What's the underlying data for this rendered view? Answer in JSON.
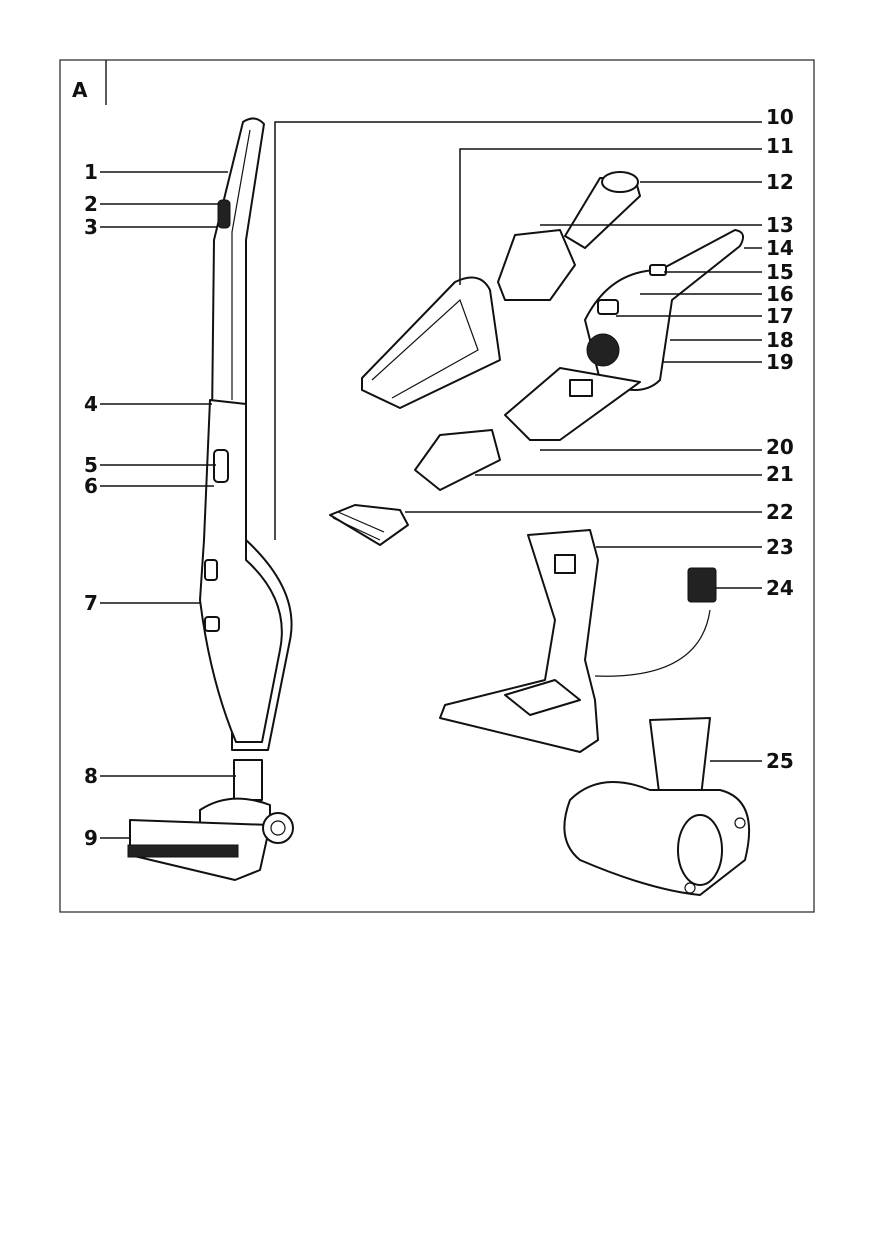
{
  "figure": {
    "panel_label": "A",
    "callouts_left": [
      "1",
      "2",
      "3",
      "4",
      "5",
      "6",
      "7",
      "8",
      "9"
    ],
    "callouts_right": [
      "10",
      "11",
      "12",
      "13",
      "14",
      "15",
      "16",
      "17",
      "18",
      "19",
      "20",
      "21",
      "22",
      "23",
      "24",
      "25"
    ]
  }
}
